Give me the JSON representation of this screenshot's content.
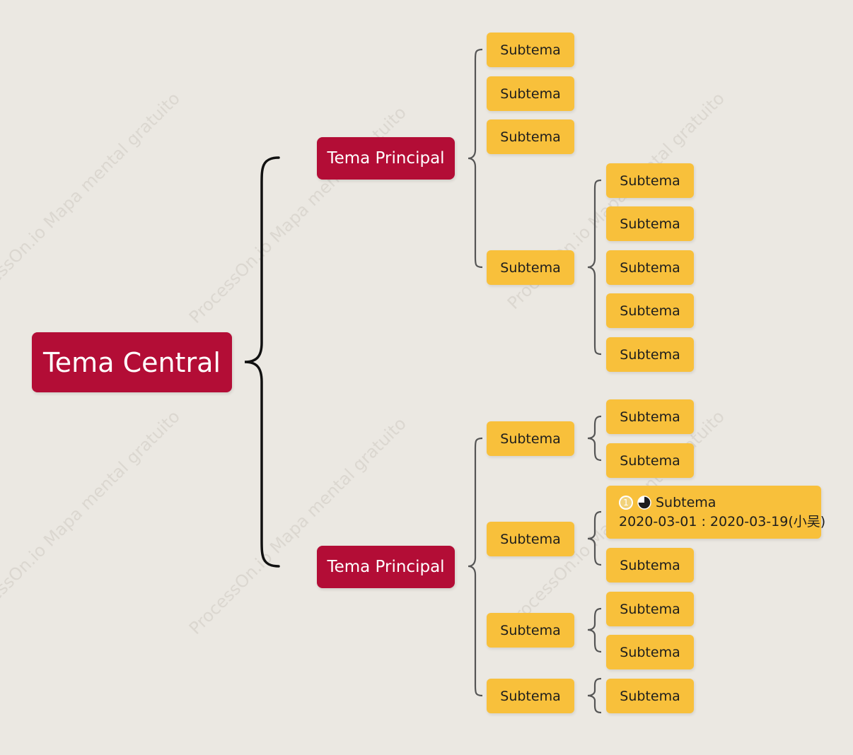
{
  "central": {
    "label": "Tema Central"
  },
  "main_topics": [
    {
      "label": "Tema Principal"
    },
    {
      "label": "Tema Principal"
    }
  ],
  "branch1": {
    "subtopics": [
      {
        "label": "Subtema"
      },
      {
        "label": "Subtema"
      },
      {
        "label": "Subtema"
      },
      {
        "label": "Subtema",
        "children": [
          {
            "label": "Subtema"
          },
          {
            "label": "Subtema"
          },
          {
            "label": "Subtema"
          },
          {
            "label": "Subtema"
          },
          {
            "label": "Subtema"
          }
        ]
      }
    ]
  },
  "branch2": {
    "subtopics": [
      {
        "label": "Subtema",
        "children": [
          {
            "label": "Subtema"
          },
          {
            "label": "Subtema"
          }
        ]
      },
      {
        "label": "Subtema",
        "children": [
          {
            "label": "Subtema",
            "priority": "1",
            "progress_icon": "three-quarter-pie-icon",
            "dates": "2020-03-01 : 2020-03-19(小吴)"
          },
          {
            "label": "Subtema"
          }
        ]
      },
      {
        "label": "Subtema",
        "children": [
          {
            "label": "Subtema"
          },
          {
            "label": "Subtema"
          }
        ]
      },
      {
        "label": "Subtema",
        "children": [
          {
            "label": "Subtema"
          }
        ]
      }
    ]
  },
  "watermark": {
    "text": "ProcessOn.io Mapa mental gratuito"
  },
  "colors": {
    "background": "#ebe8e2",
    "central_fill": "#b30d36",
    "main_fill": "#b30d36",
    "sub_fill": "#f8c03b",
    "brace_primary": "#111111",
    "brace_secondary": "#555555"
  }
}
